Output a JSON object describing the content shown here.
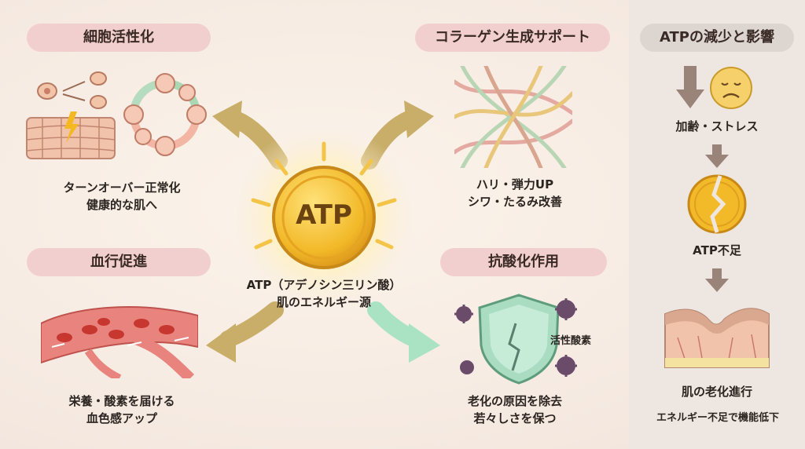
{
  "center": {
    "coin": "ATP",
    "line1": "ATP（アデノシン三リン酸）",
    "line2": "肌のエネルギー源"
  },
  "cell": {
    "title": "細胞活性化",
    "line1": "ターンオーバー正常化",
    "line2": "健康的な肌へ"
  },
  "collagen": {
    "title": "コラーゲン生成サポート",
    "line1": "ハリ・弾力UP",
    "line2": "シワ・たるみ改善"
  },
  "blood": {
    "title": "血行促進",
    "line1": "栄養・酸素を届ける",
    "line2": "血色感アップ"
  },
  "antiox": {
    "title": "抗酸化作用",
    "label": "活性酸素",
    "line1": "老化の原因を除去",
    "line2": "若々しさを保つ"
  },
  "sidebar": {
    "title": "ATPの減少と影響",
    "step1": "加齢・ストレス",
    "step2": "ATP不足",
    "step3": "肌の老化進行",
    "note": "エネルギー不足で機能低下"
  },
  "colors": {
    "pill": "#f2cfcf",
    "sidebar": "#eee7e1",
    "coin": "#f2b928",
    "arrow_gold": "#c9ae6a",
    "arrow_green": "#a9e3c4"
  }
}
